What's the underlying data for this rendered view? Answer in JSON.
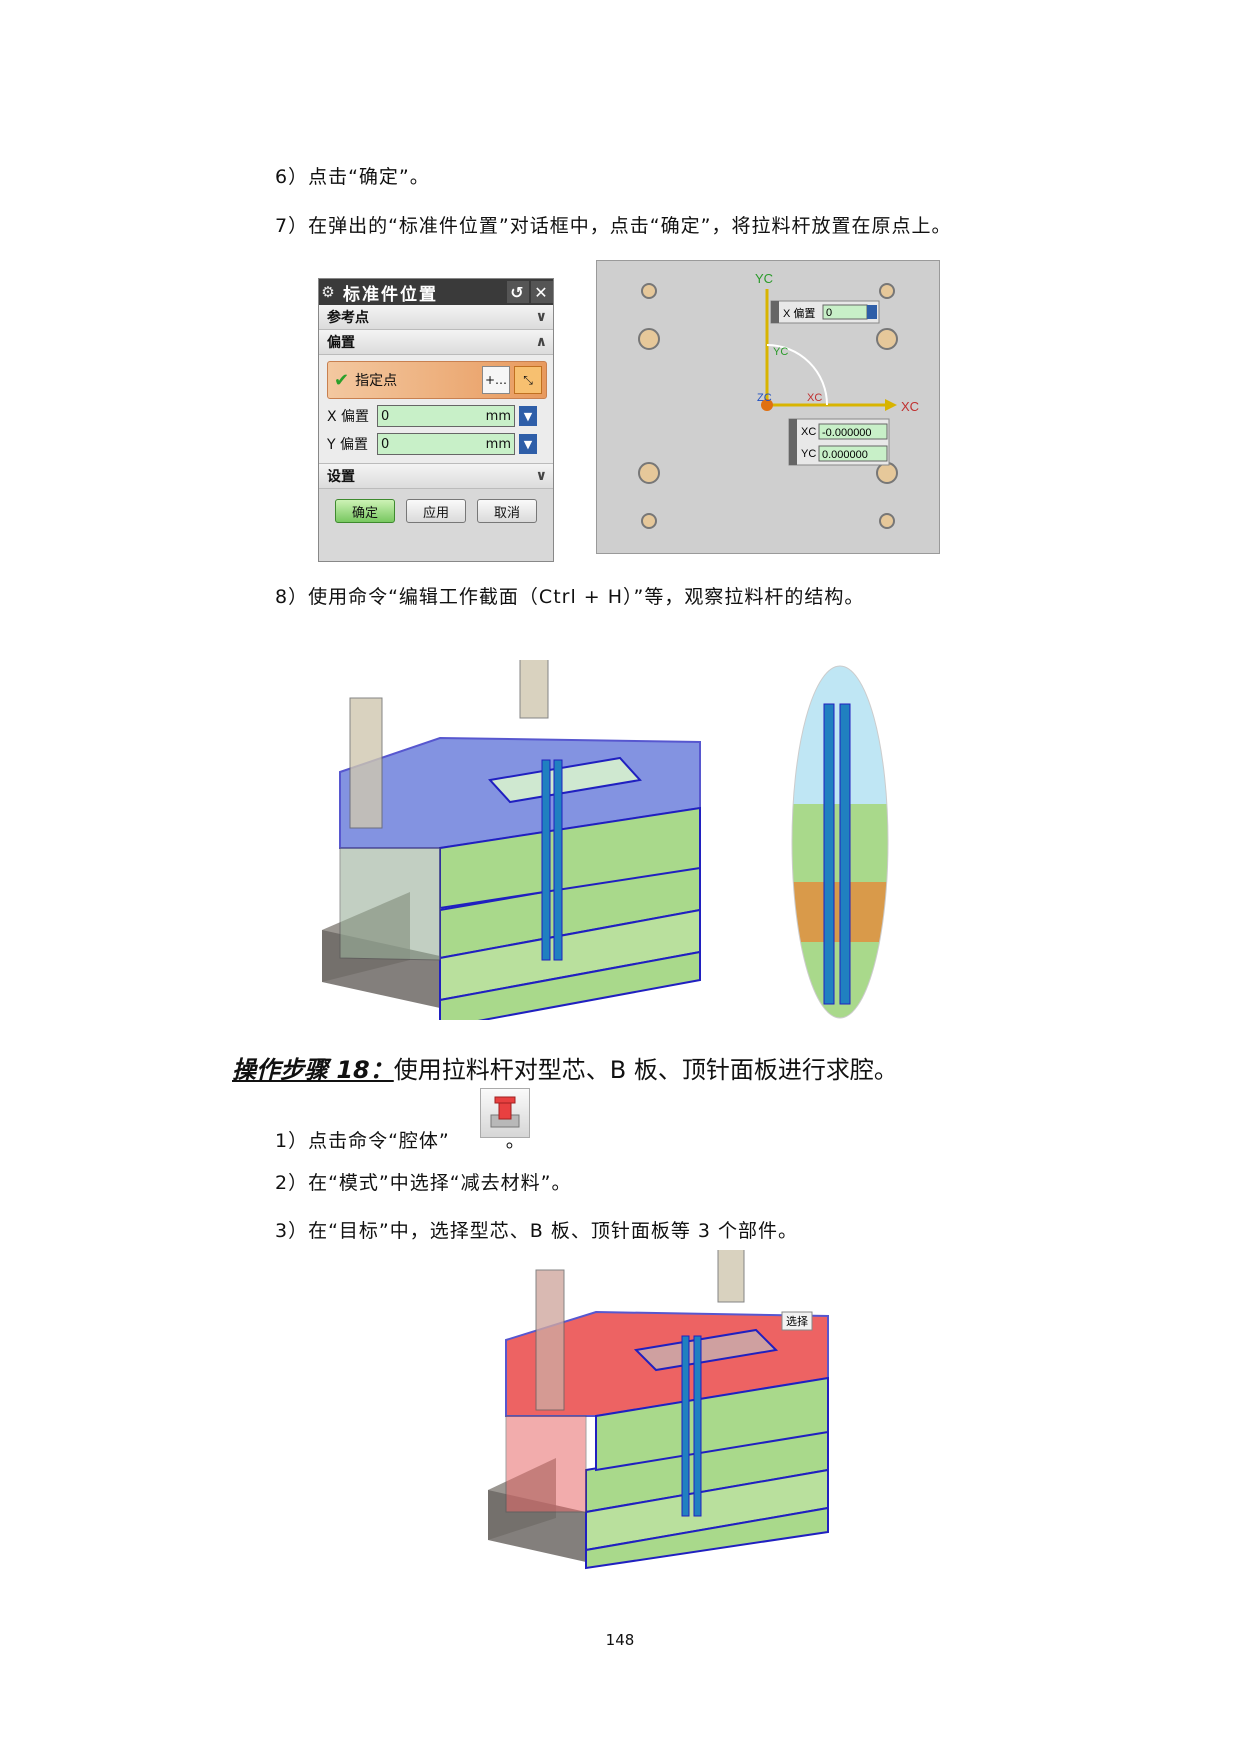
{
  "steps_top": [
    "6）点击“确定”。",
    "7）在弹出的“标准件位置”对话框中，点击“确定”，将拉料杆放置在原点上。"
  ],
  "dialog": {
    "title": "标准件位置",
    "section_ref": "参考点",
    "section_offset": "偏置",
    "specify_point": "指定点",
    "x_label": "X 偏置",
    "x_value": "0",
    "y_label": "Y 偏置",
    "y_value": "0",
    "unit": "mm",
    "section_settings": "设置",
    "ok": "确定",
    "apply": "应用",
    "cancel": "取消"
  },
  "graphics": {
    "yc": "YC",
    "xc": "XC",
    "zc": "ZC",
    "x_offset_label": "X 偏置",
    "x_offset_value": "0",
    "xc_label": "XC",
    "xc_value": "-0.000000",
    "yc_label": "YC",
    "yc_value": "0.000000"
  },
  "step8": "8）使用命令“编辑工作截面（Ctrl + H）”等，观察拉料杆的结构。",
  "heading": {
    "tag": "操作步骤 18：",
    "text": "使用拉料杆对型芯、B 板、顶针面板进行求腔。"
  },
  "steps_bottom": {
    "s1_before": "1）点击命令“腔体”",
    "s1_after": "。",
    "s2": "2）在“模式”中选择“减去材料”。",
    "s3": "3）在“目标”中，选择型芯、B 板、顶针面板等 3 个部件。"
  },
  "select_label": "选择",
  "page_number": "148",
  "colors": {
    "cavity": "#9ed17a",
    "blue_plate": "#5a6fd8",
    "red_plate": "#e83030",
    "edge": "#2020c0"
  }
}
